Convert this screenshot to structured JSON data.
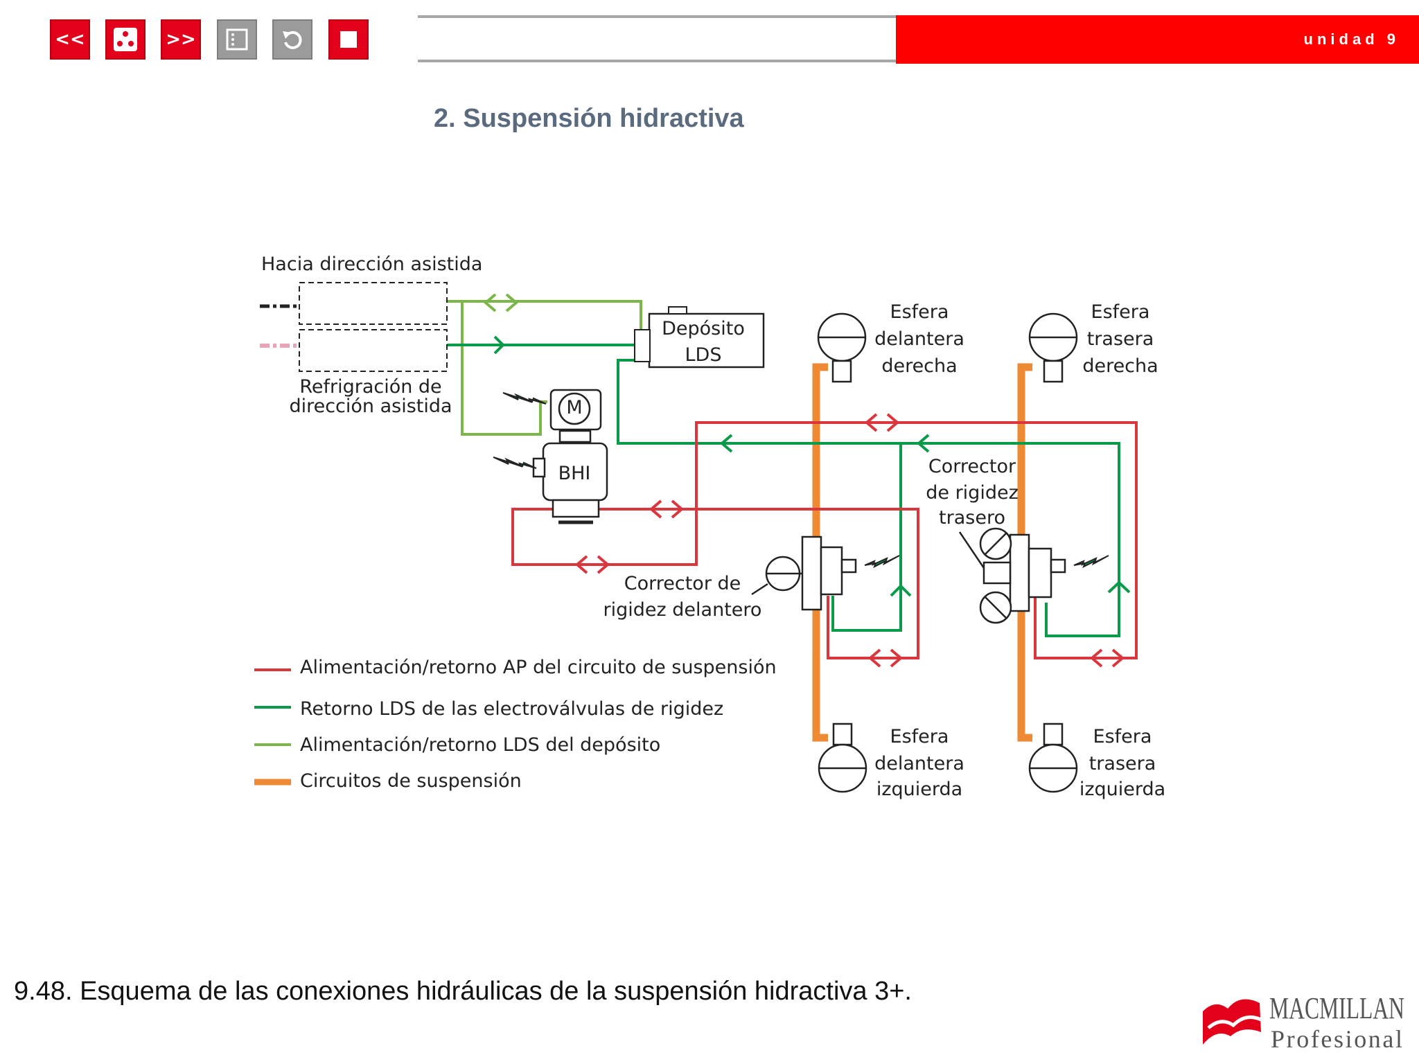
{
  "nav": {
    "prev": "<<",
    "next": ">>",
    "home_icon": "dice-icon",
    "index_icon": "index-icon",
    "back_icon": "undo-icon",
    "stop_icon": "stop-icon"
  },
  "header": {
    "unit": "unidad 9"
  },
  "section_title": "2. Suspensión hidractiva",
  "diagram": {
    "hacia": "Hacia dirección asistida",
    "refrig1": "Refrigración de",
    "refrig2": "dirección asistida",
    "deposito1": "Depósito",
    "deposito2": "LDS",
    "motor": "M",
    "bhi": "BHI",
    "efd1": "Esfera",
    "efd2": "delantera",
    "efd3": "derecha",
    "etd1": "Esfera",
    "etd2": "trasera",
    "etd3": "derecha",
    "efi1": "Esfera",
    "efi2": "delantera",
    "efi3": "izquierda",
    "eti1": "Esfera",
    "eti2": "trasera",
    "eti3": "izquierda",
    "crt1": "Corrector",
    "crt2": "de rigidez",
    "crt3": "trasero",
    "crd1": "Corrector de",
    "crd2": "rigidez delantero",
    "legend": [
      {
        "label": "Alimentación/retorno AP del circuito de suspensión",
        "color": "#d9363e"
      },
      {
        "label": "Retorno LDS de las electroválvulas de rigidez",
        "color": "#0a9a4a"
      },
      {
        "label": "Alimentación/retorno LDS del depósito",
        "color": "#7ab648"
      },
      {
        "label": "Circuitos de suspensión",
        "color": "#ef8a34"
      }
    ]
  },
  "caption": "9.48. Esquema de las conexiones hidráulicas de la suspensión hidractiva 3+.",
  "logo": {
    "line1": "MACMILLAN",
    "line2": "Profesional"
  }
}
